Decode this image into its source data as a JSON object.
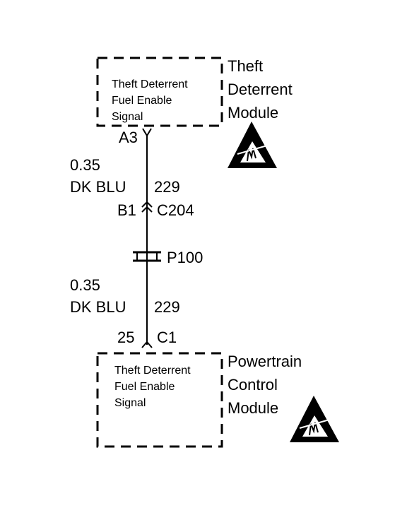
{
  "theft_module": {
    "name_lines": [
      "Theft",
      "Deterrent",
      "Module"
    ],
    "signal_lines": [
      "Theft Deterrent",
      "Fuel Enable",
      "Signal"
    ],
    "pin": "A3"
  },
  "wire_upper": {
    "gauge": "0.35",
    "color": "DK BLU",
    "circuit": "229"
  },
  "connector_c204": {
    "pin": "B1",
    "name": "C204"
  },
  "splice_p100": {
    "name": "P100"
  },
  "wire_lower": {
    "gauge": "0.35",
    "color": "DK BLU",
    "circuit": "229"
  },
  "pcm_connector": {
    "pin": "25",
    "name": "C1"
  },
  "pcm_module": {
    "name_lines": [
      "Powertrain",
      "Control",
      "Module"
    ],
    "signal_lines": [
      "Theft Deterrent",
      "Fuel Enable",
      "Signal"
    ]
  }
}
